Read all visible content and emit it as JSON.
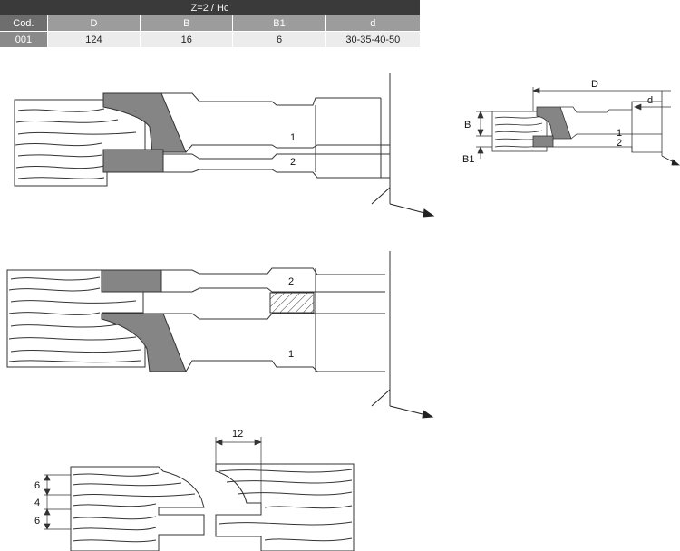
{
  "table": {
    "title": "Z=2 / Hc",
    "headers": [
      "Cod.",
      "D",
      "B",
      "B1",
      "d"
    ],
    "rows": [
      [
        "001",
        "124",
        "16",
        "6",
        "30-35-40-50"
      ]
    ]
  },
  "drawing_labels": {
    "top_tool_1": "1",
    "top_tool_2": "2",
    "mid_tool_2": "2",
    "mid_tool_1": "1",
    "dim_D": "D",
    "dim_d": "d",
    "dim_B": "B",
    "dim_B1": "B1",
    "small_tool_1": "1",
    "small_tool_2": "2",
    "dim_12": "12",
    "dim_6_top": "6",
    "dim_4": "4",
    "dim_6_bottom": "6"
  },
  "colors": {
    "cutter": "#858585",
    "table_dark": "#3a3a3a",
    "table_head": "#9c9c9c"
  }
}
